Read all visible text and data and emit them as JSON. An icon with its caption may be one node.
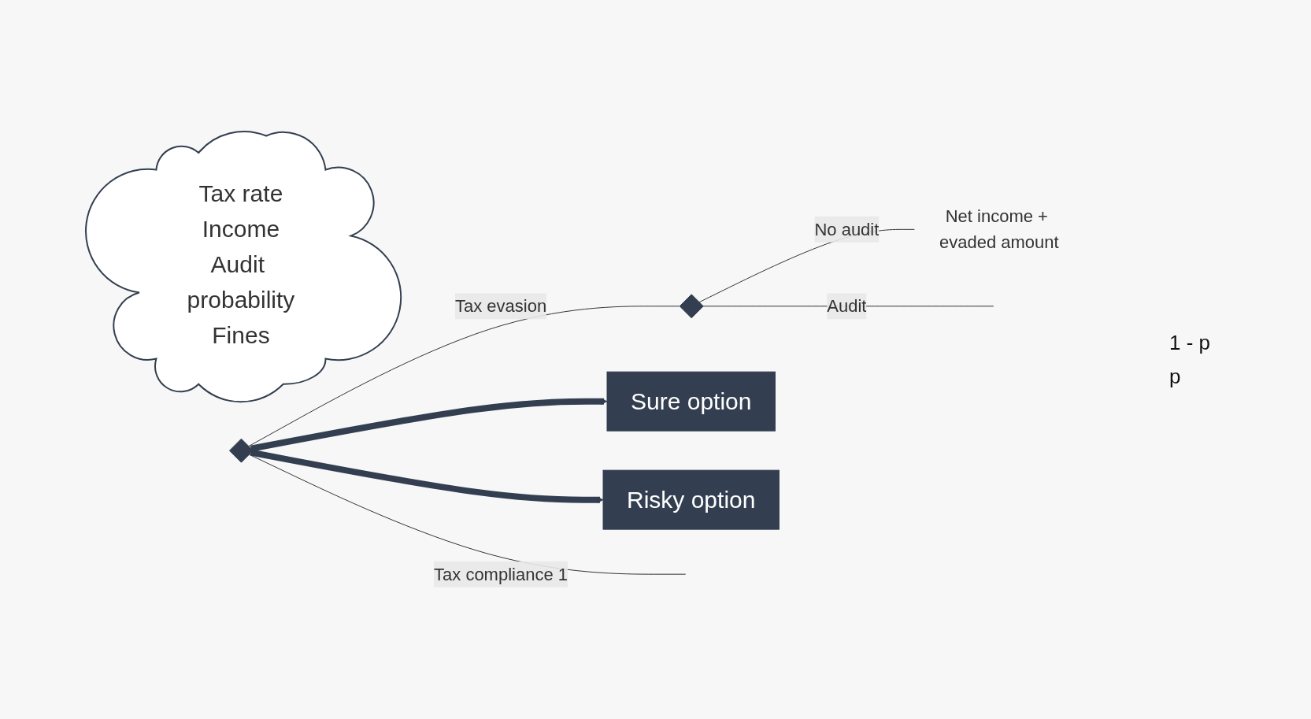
{
  "diagram": {
    "nodes": [
      {
        "text": [
          "Tax rate",
          "Income",
          "Audit probability",
          "Fines"
        ]
      },
      {
        "text": [],
        "shape": "diamond"
      },
      {
        "text": [],
        "shape": "diamond"
      },
      {
        "text": [
          "Net income + evaded amount"
        ]
      },
      {
        "text": [
          "Sure option"
        ]
      },
      {
        "text": [
          "Risky option"
        ]
      }
    ],
    "edges": [
      {
        "from": 1,
        "to": null,
        "arrow": "none",
        "label": "Tax compliance 1"
      },
      {
        "from": 1,
        "to": 2,
        "arrow": "none",
        "label": "Tax evasion"
      },
      {
        "from": 2,
        "to": 3,
        "arrow": "none",
        "label": "No audit"
      },
      {
        "from": 2,
        "to": null,
        "arrow": "none",
        "label": "Audit"
      },
      {
        "from": 1,
        "to": 4,
        "arrow": "to",
        "style": "thick"
      },
      {
        "from": 1,
        "to": 5,
        "arrow": "to",
        "style": "thick"
      }
    ],
    "labels": [
      "1 - p",
      "p"
    ]
  }
}
